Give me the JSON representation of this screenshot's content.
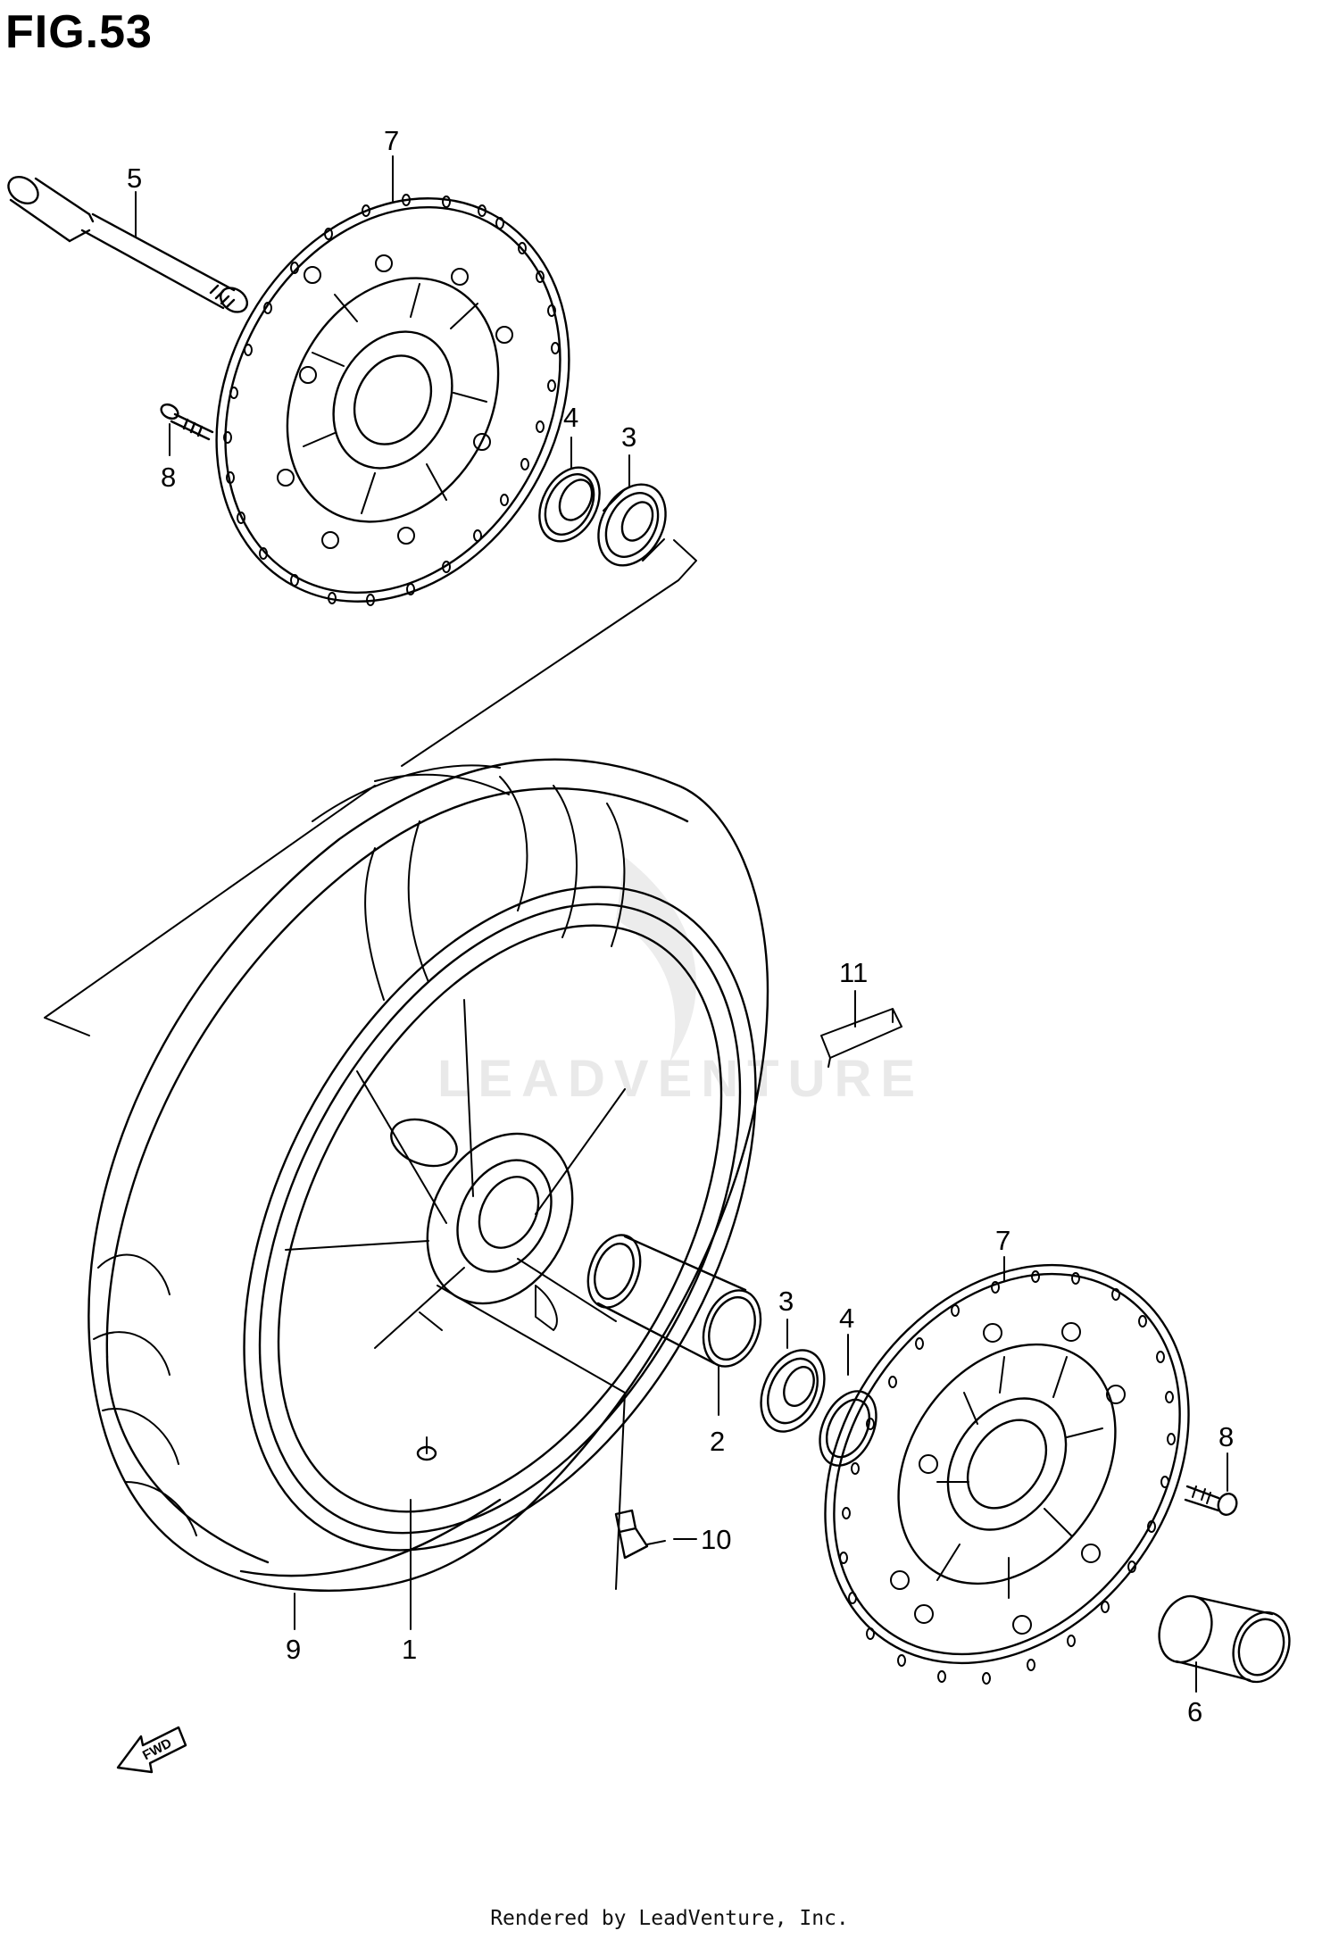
{
  "figure": {
    "title": "FIG.53"
  },
  "footer": {
    "text": "Rendered by LeadVenture, Inc."
  },
  "watermark": {
    "text": "LEADVENTURE"
  },
  "callouts": {
    "c1": "1",
    "c2": "2",
    "c3a": "3",
    "c3b": "3",
    "c4a": "4",
    "c4b": "4",
    "c5": "5",
    "c6": "6",
    "c7a": "7",
    "c7b": "7",
    "c8a": "8",
    "c8b": "8",
    "c9": "9",
    "c10": "10",
    "c11": "11"
  },
  "fwd_arrow": {
    "text": "FWD"
  },
  "colors": {
    "line": "#000000",
    "background": "#ffffff",
    "watermark": "#e9e9e9"
  }
}
